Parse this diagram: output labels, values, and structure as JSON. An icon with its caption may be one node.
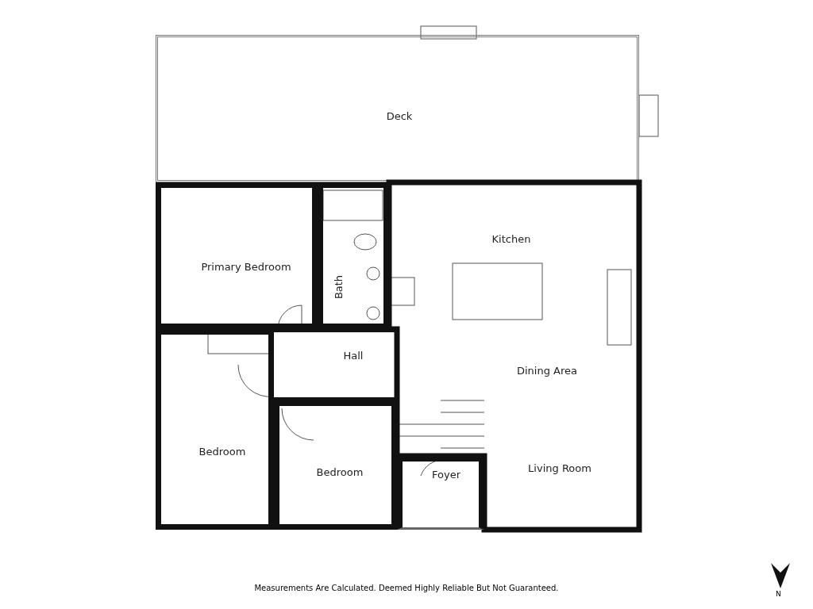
{
  "diagram": {
    "caption": "Measurements Are Calculated. Deemed Highly Reliable But Not Guaranteed.",
    "nodes": [
      {
        "text": [
          "Deck"
        ]
      },
      {
        "text": [
          "Primary Bedroom"
        ]
      },
      {
        "text": [
          "Bath"
        ]
      },
      {
        "text": [
          "Kitchen",
          "Dining Area",
          "Living Room"
        ]
      },
      {
        "text": [
          "Hall"
        ]
      },
      {
        "text": [
          "Bedroom"
        ]
      },
      {
        "text": [
          "Bedroom"
        ]
      },
      {
        "text": [
          "Foyer"
        ]
      }
    ],
    "labels": [
      "N"
    ]
  }
}
